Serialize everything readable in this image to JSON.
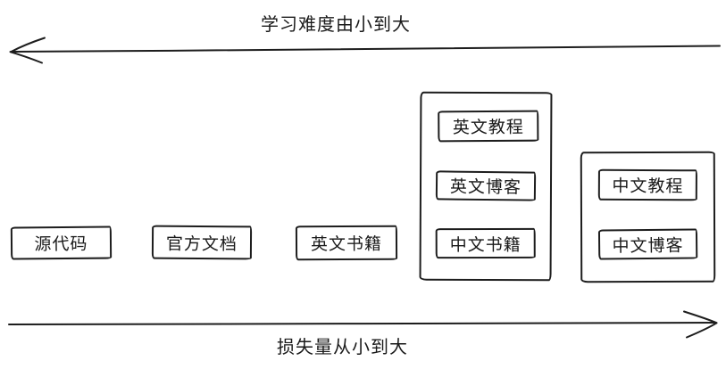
{
  "colors": {
    "stroke": "#1d1d1d",
    "background": "#ffffff"
  },
  "axes": {
    "top": {
      "label": "学习难度由小到大",
      "direction": "left"
    },
    "bottom": {
      "label": "损失量从小到大",
      "direction": "right"
    }
  },
  "boxes": [
    {
      "label": "源代码"
    },
    {
      "label": "官方文档"
    },
    {
      "label": "英文书籍"
    }
  ],
  "groups": [
    {
      "items": [
        {
          "label": "英文教程"
        },
        {
          "label": "英文博客"
        },
        {
          "label": "中文书籍"
        }
      ]
    },
    {
      "items": [
        {
          "label": "中文教程"
        },
        {
          "label": "中文博客"
        }
      ]
    }
  ]
}
